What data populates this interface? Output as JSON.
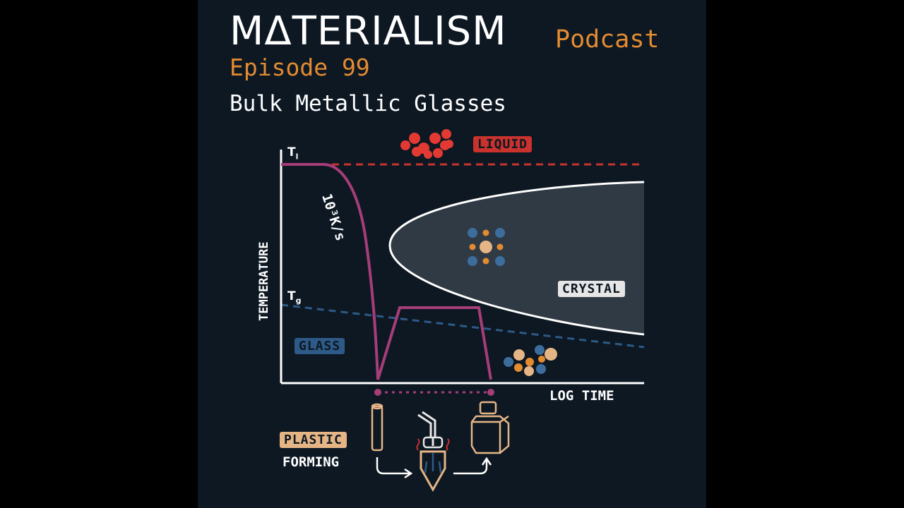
{
  "header": {
    "brand": "MΔTERIALISM",
    "podcast": "Podcast",
    "episode": "Episode 99",
    "title": "Bulk Metallic Glasses"
  },
  "diagram": {
    "y_axis_label": "TEMPERATURE",
    "x_axis_label": "LOG TIME",
    "liquidus_symbol": "T",
    "liquidus_sub": "l",
    "glass_symbol": "T",
    "glass_sub": "g",
    "cooling_rate": "10³K/s",
    "phases": {
      "liquid": "LIQUID",
      "crystal": "CRYSTAL",
      "glass": "GLASS"
    },
    "process": {
      "line1": "PLASTIC",
      "line2": "FORMING"
    }
  },
  "colors": {
    "background": "#0d1823",
    "accent_orange": "#e38b31",
    "liquid_red": "#c9322d",
    "glass_blue": "#2d5a86",
    "curve_magenta": "#a63d78",
    "plastic_tan": "#e6b585"
  }
}
